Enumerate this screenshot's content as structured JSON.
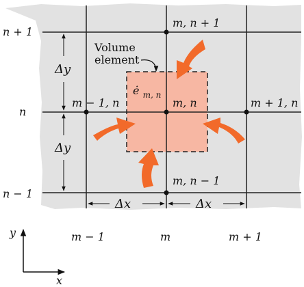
{
  "figure": {
    "colors": {
      "background": "#e2e2e2",
      "grid_line": "#222222",
      "volume_fill": "#f7b7a3",
      "arrow": "#f26a2a"
    },
    "row_labels": [
      "n + 1",
      "n",
      "n − 1"
    ],
    "col_labels": [
      "m − 1",
      "m",
      "m + 1"
    ],
    "node_labels": {
      "top": "m, n + 1",
      "left": "m − 1, n",
      "center": "m, n",
      "right": "m + 1, n",
      "bottom": "m, n − 1"
    },
    "volume_element_label": [
      "Volume",
      "element"
    ],
    "generation_symbol": "ė",
    "generation_subscript": "m, n",
    "delta_y": "Δy",
    "delta_x": "Δx",
    "axis_x": "x",
    "axis_y": "y",
    "icons": {
      "heat_arrow": "curved-arrow-icon",
      "node_marker": "dot-icon"
    }
  }
}
